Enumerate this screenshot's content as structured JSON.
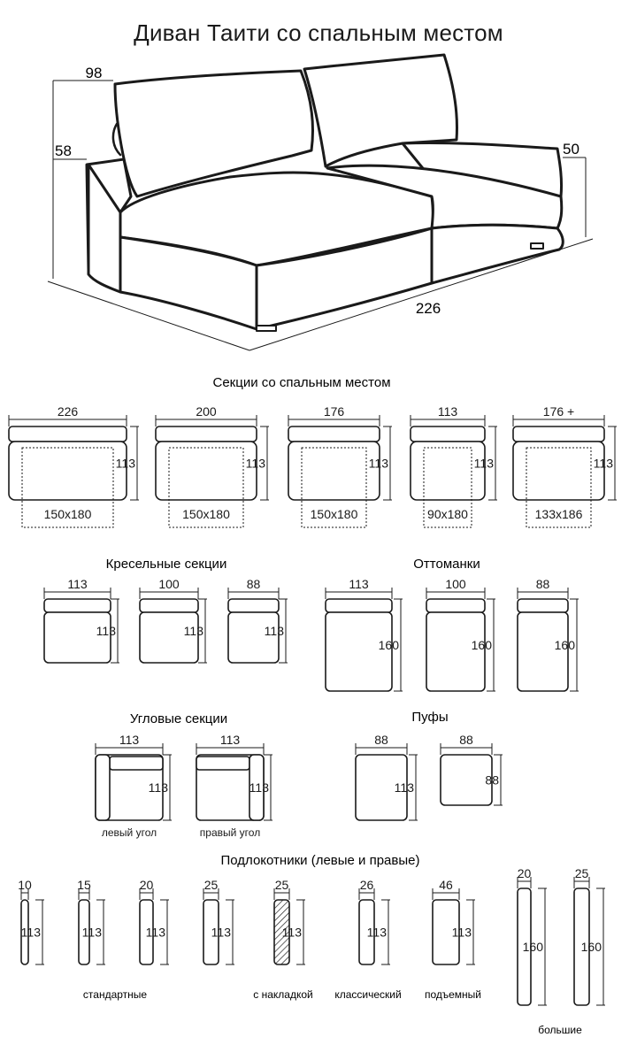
{
  "title": "Диван Таити со спальным местом",
  "hero": {
    "dim_height": "98",
    "dim_seat": "58",
    "dim_arm": "50",
    "dim_width": "226"
  },
  "sleeping": {
    "heading": "Секции со спальным местом",
    "items": [
      {
        "width": "226",
        "depth": "113",
        "bed": "150x180"
      },
      {
        "width": "200",
        "depth": "113",
        "bed": "150x180"
      },
      {
        "width": "176",
        "depth": "113",
        "bed": "150x180"
      },
      {
        "width": "113",
        "depth": "113",
        "bed": "90x180"
      },
      {
        "width": "176 +",
        "depth": "113",
        "bed": "133x186"
      }
    ]
  },
  "armchair": {
    "heading": "Кресельные секции",
    "items": [
      {
        "width": "113",
        "depth": "113"
      },
      {
        "width": "100",
        "depth": "113"
      },
      {
        "width": "88",
        "depth": "113"
      }
    ]
  },
  "ottoman": {
    "heading": "Оттоманки",
    "items": [
      {
        "width": "113",
        "depth": "160"
      },
      {
        "width": "100",
        "depth": "160"
      },
      {
        "width": "88",
        "depth": "160"
      }
    ]
  },
  "corner": {
    "heading": "Угловые секции",
    "items": [
      {
        "width": "113",
        "depth": "113",
        "caption": "левый угол"
      },
      {
        "width": "113",
        "depth": "113",
        "caption": "правый угол"
      }
    ]
  },
  "pouf": {
    "heading": "Пуфы",
    "items": [
      {
        "width": "88",
        "depth": "113"
      },
      {
        "width": "88",
        "depth": "88"
      }
    ]
  },
  "armrests": {
    "heading": "Подлокотники (левые и правые)",
    "items": [
      {
        "width": "10",
        "depth": "113"
      },
      {
        "width": "15",
        "depth": "113"
      },
      {
        "width": "20",
        "depth": "113"
      },
      {
        "width": "25",
        "depth": "113"
      },
      {
        "width": "25",
        "depth": "113"
      },
      {
        "width": "26",
        "depth": "113"
      },
      {
        "width": "46",
        "depth": "113"
      },
      {
        "width": "20",
        "depth": "160"
      },
      {
        "width": "25",
        "depth": "160"
      }
    ],
    "captions": {
      "standard": "стандартные",
      "overlay": "с накладкой",
      "classic": "классический",
      "lifting": "подъемный",
      "large": "большие"
    }
  }
}
